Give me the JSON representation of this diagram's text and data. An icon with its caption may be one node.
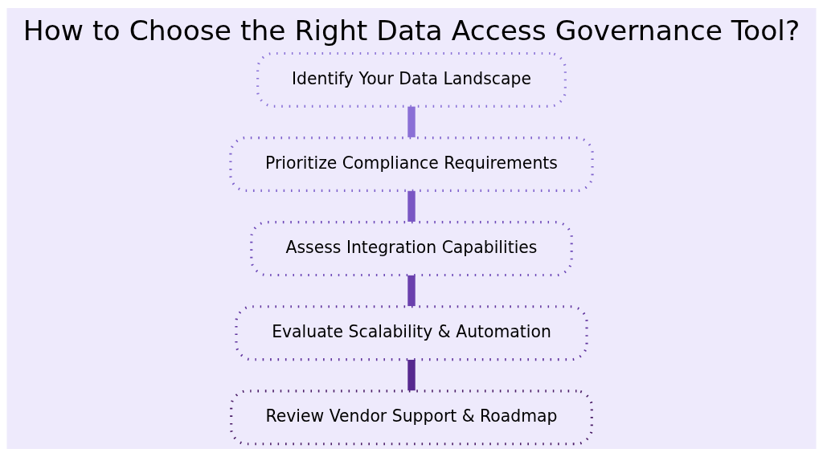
{
  "diagram": {
    "title": "How to Choose the Right Data Access Governance Tool?",
    "nodes": [
      {
        "text": [
          "Identify Your Data Landscape"
        ]
      },
      {
        "text": [
          "Prioritize Compliance Requirements"
        ]
      },
      {
        "text": [
          "Assess Integration Capabilities"
        ]
      },
      {
        "text": [
          "Evaluate Scalability & Automation"
        ]
      },
      {
        "text": [
          "Review Vendor Support & Roadmap"
        ]
      }
    ],
    "edges": [
      {
        "from": 0,
        "to": 1,
        "arrow": "none",
        "color": "#8a6fd6"
      },
      {
        "from": 1,
        "to": 2,
        "arrow": "none",
        "color": "#7a57c4"
      },
      {
        "from": 2,
        "to": 3,
        "arrow": "none",
        "color": "#6a40ad"
      },
      {
        "from": 3,
        "to": 4,
        "arrow": "none",
        "color": "#57298f"
      }
    ]
  }
}
